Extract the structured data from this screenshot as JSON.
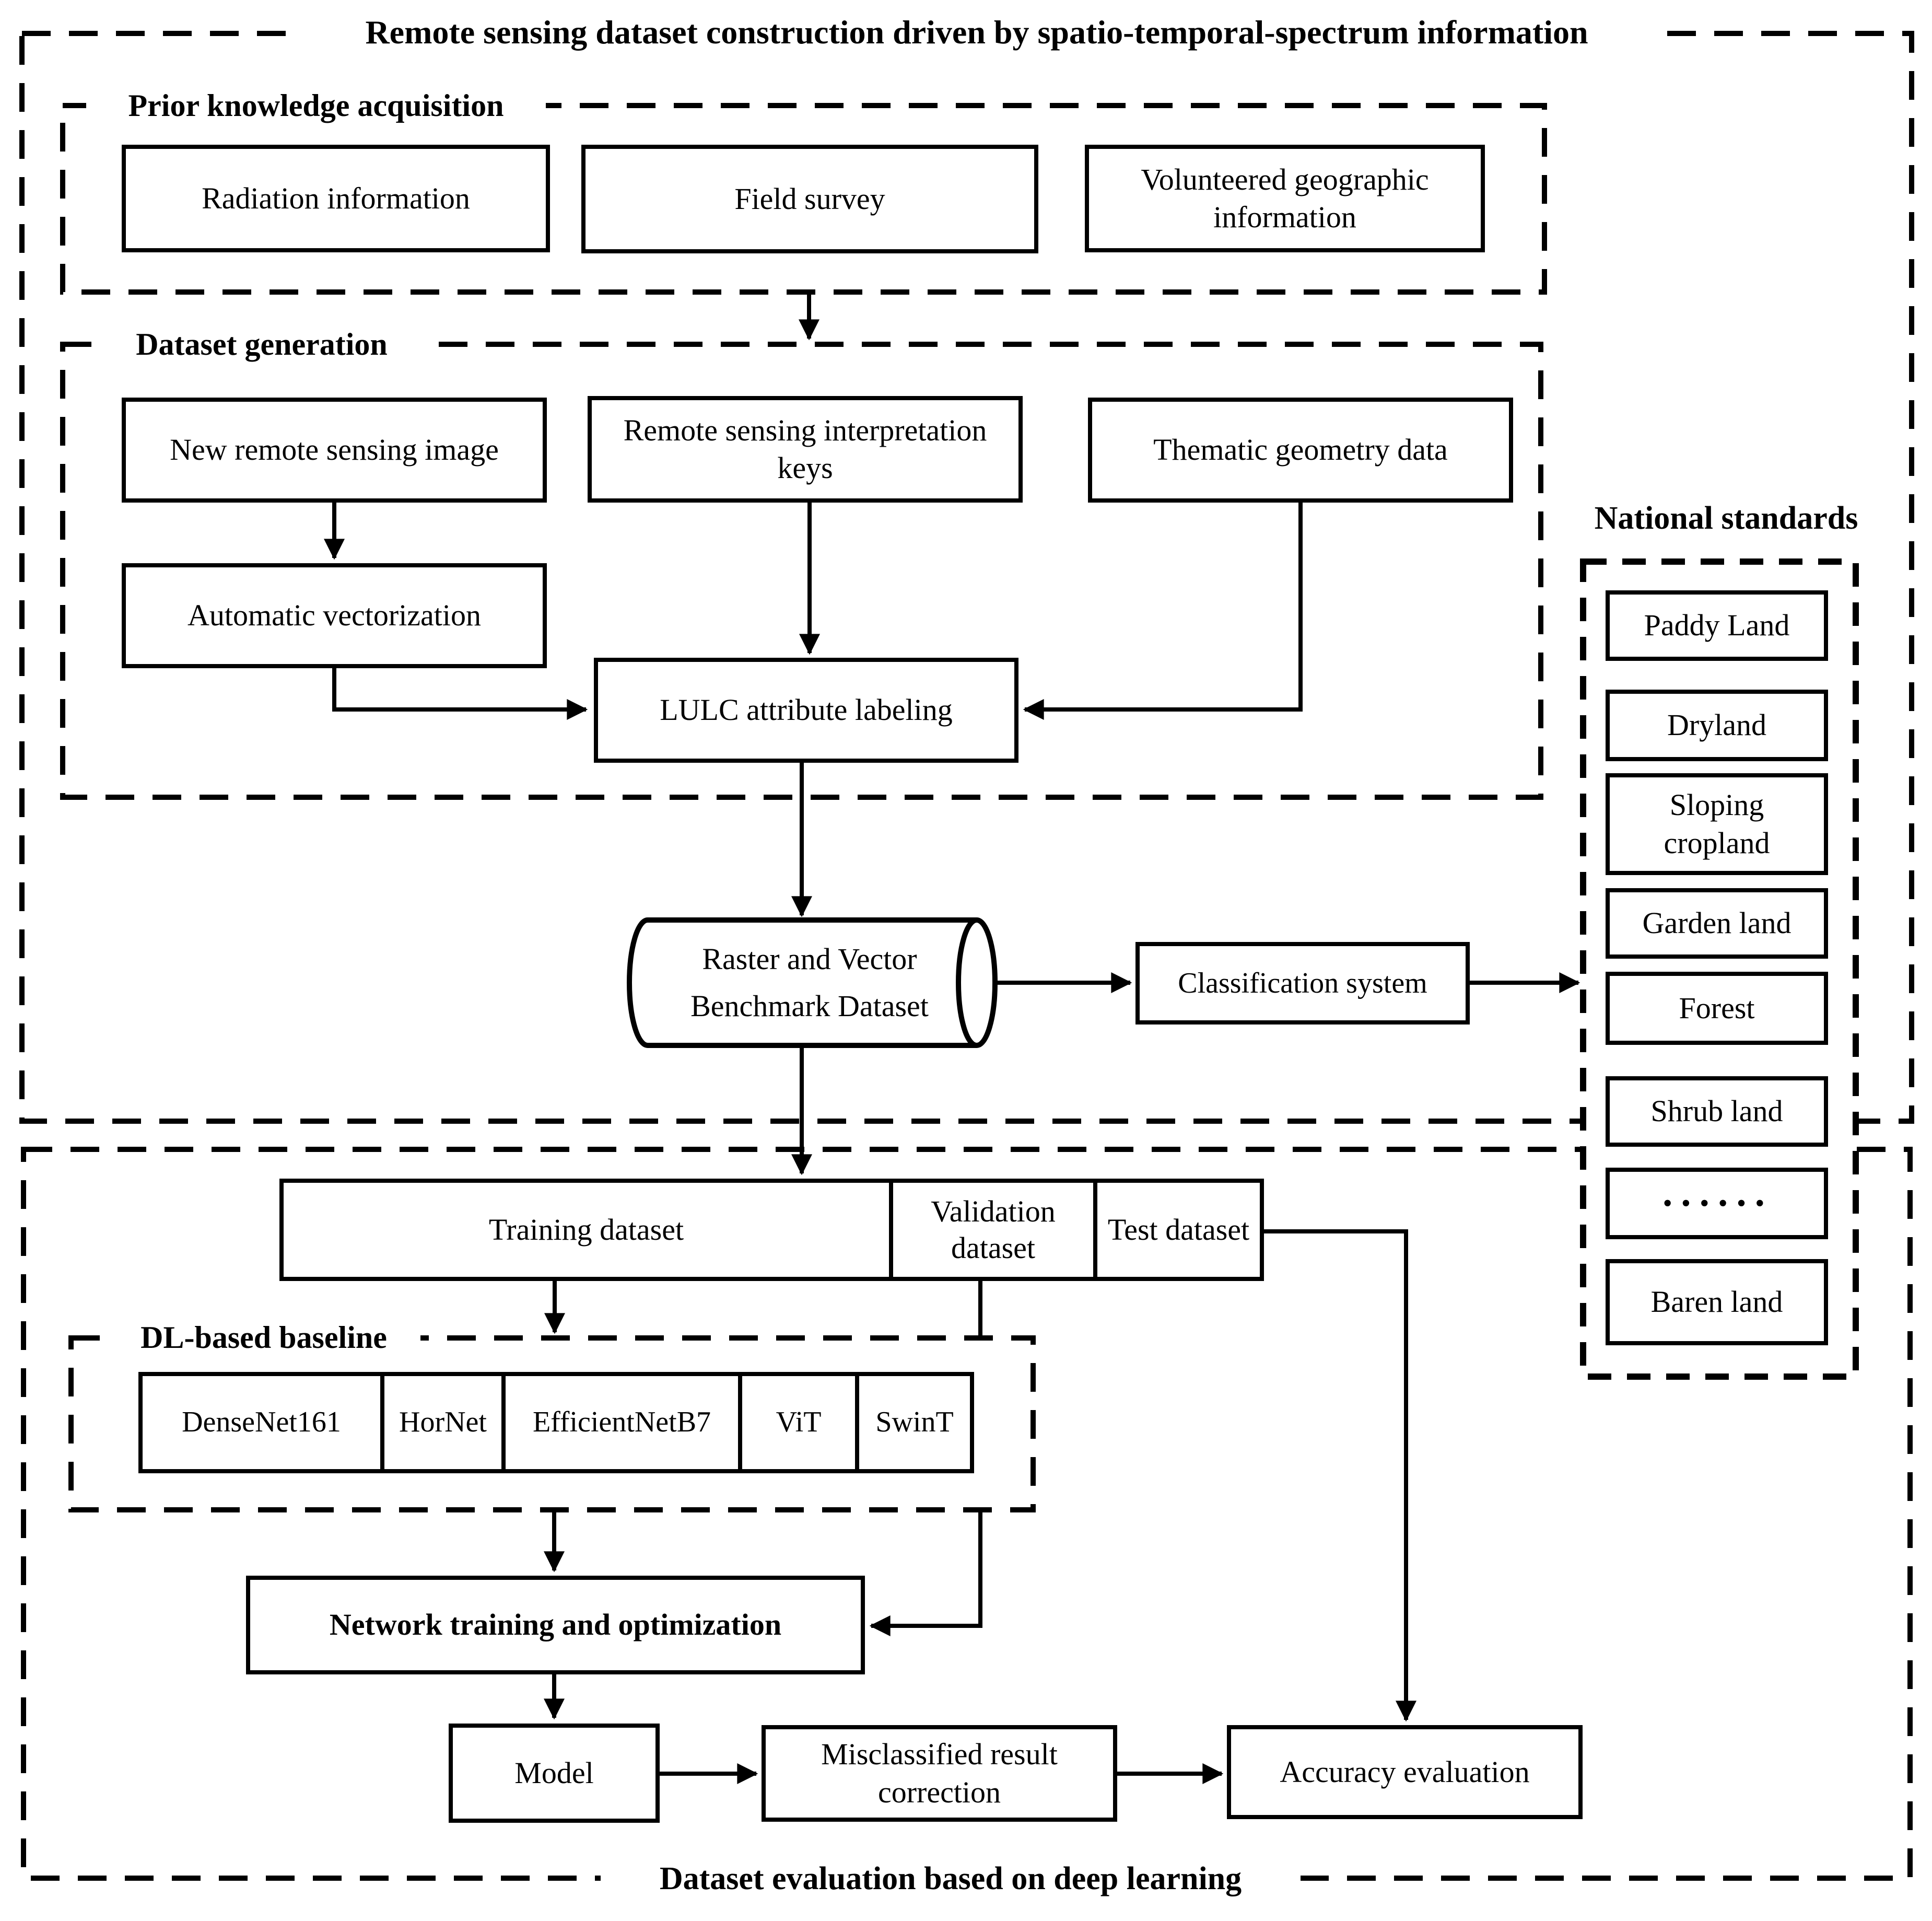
{
  "title": "Remote sensing dataset construction driven by spatio-temporal-spectrum information",
  "prior_knowledge": {
    "label": "Prior knowledge acquisition",
    "radiation": "Radiation information",
    "field_survey": "Field survey",
    "volunteered": "Volunteered geographic information"
  },
  "dataset_generation": {
    "label": "Dataset generation",
    "new_image": "New remote sensing image",
    "interpretation_keys": "Remote sensing interpretation keys",
    "thematic_data": "Thematic geometry data",
    "auto_vectorization": "Automatic vectorization",
    "lulc_labeling": "LULC attribute labeling"
  },
  "benchmark_dataset": "Raster and Vector Benchmark Dataset",
  "classification_system": "Classification system",
  "national_standards": {
    "label": "National standards",
    "items": [
      "Paddy Land",
      "Dryland",
      "Sloping cropland",
      "Garden land",
      "Forest",
      "Shrub land",
      "······",
      "Baren land"
    ]
  },
  "dataset_split": {
    "training": "Training dataset",
    "validation": "Validation dataset",
    "test": "Test dataset"
  },
  "dl_baseline": {
    "label": "DL-based baseline",
    "models": [
      "DenseNet161",
      "HorNet",
      "EfficientNetB7",
      "ViT",
      "SwinT"
    ]
  },
  "training_flow": {
    "network": "Network training and optimization",
    "model": "Model",
    "misclassified": "Misclassified result correction",
    "accuracy": "Accuracy evaluation"
  },
  "evaluation_label": "Dataset evaluation based on deep learning",
  "colors": {
    "ink": "#000000",
    "background": "#ffffff"
  }
}
